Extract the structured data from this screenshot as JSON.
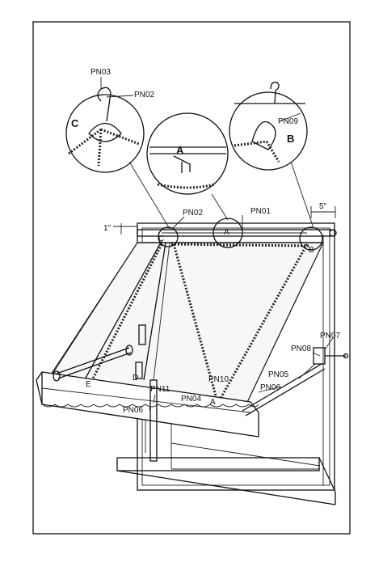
{
  "labels": {
    "pn03": "PN03",
    "pn02_top": "PN02",
    "pn09": "PN09",
    "detail_c": "C",
    "detail_a": "A",
    "detail_b": "B",
    "dim_5": "5\"",
    "dim_1": "1\"",
    "pn02": "PN02",
    "pn01": "PN01",
    "frame_a": "A",
    "frame_b": "B",
    "frame_c": "C",
    "pn07": "PN07",
    "pn08": "PN08",
    "pn05": "PN05",
    "pn06_right": "PN06",
    "pn10": "PN10",
    "pn11": "PN11",
    "pn04": "PN04",
    "pn06_left": "PN06",
    "mark_a": "A",
    "mark_d": "D",
    "mark_e": "E"
  }
}
